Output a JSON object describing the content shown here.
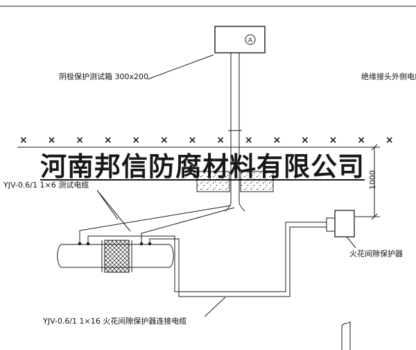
{
  "colors": {
    "line": "#1a1a1a",
    "background": "#ffffff"
  },
  "watermark": "河南邦信防腐材料有限公司",
  "ground_marks": "× × × × × × × × × × × × × ×",
  "labels": {
    "test_box": "阴极保护测试箱 300x200",
    "outer_cable": "绝缘接头外侧电缆",
    "test_cable": "YJV-0.6/1  1×6   测试电缆",
    "protector_cable": "YJV-0.6/1  1×16   火花间隙保护器连接电缆",
    "protector": "火花间隙保护器",
    "dimension": "1000",
    "meter": "A"
  }
}
